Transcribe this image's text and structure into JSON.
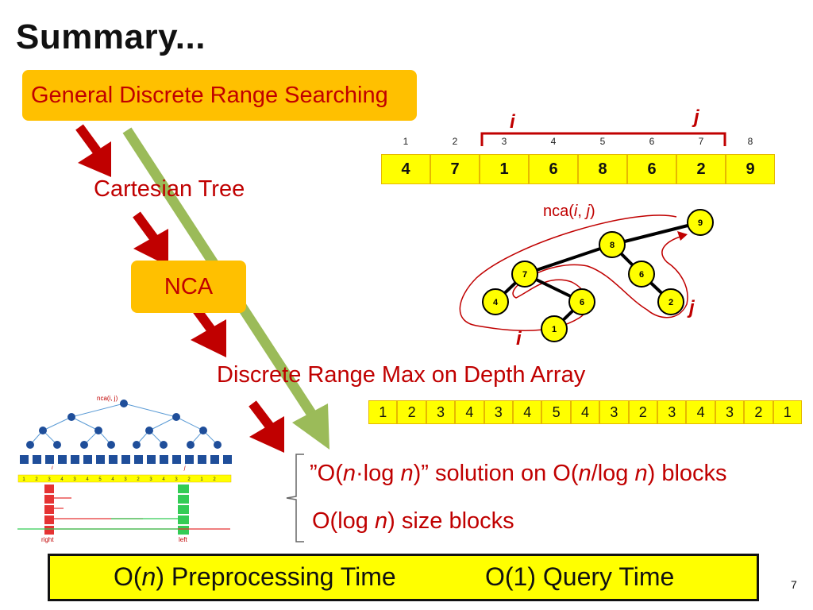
{
  "slide_title": "Summary...",
  "boxes": {
    "general_discrete": "General Discrete Range Searching",
    "nca": "NCA"
  },
  "labels": {
    "cartesian_tree": "Cartesian Tree",
    "discrete_range_max": "Discrete Range Max on Depth Array",
    "nca_prefix": "nca(",
    "nca_i": "i",
    "nca_sep": ", ",
    "nca_j": "j",
    "nca_suffix": ")",
    "i": "i",
    "j": "j"
  },
  "array": {
    "indices": [
      "1",
      "2",
      "3",
      "4",
      "5",
      "6",
      "7",
      "8"
    ],
    "values": [
      "4",
      "7",
      "1",
      "6",
      "8",
      "6",
      "2",
      "9"
    ]
  },
  "tree_nodes": [
    "9",
    "8",
    "7",
    "6",
    "4",
    "6",
    "2",
    "1"
  ],
  "depth_array": [
    "1",
    "2",
    "3",
    "4",
    "3",
    "4",
    "5",
    "4",
    "3",
    "2",
    "3",
    "4",
    "3",
    "2",
    "1"
  ],
  "solution": {
    "line1_a": "”O(",
    "line1_n1": "n",
    "line1_b": "·log ",
    "line1_n2": "n",
    "line1_c": ")” solution on O(",
    "line1_n3": "n",
    "line1_d": "/log ",
    "line1_n4": "n",
    "line1_e": ") blocks",
    "line2_a": "O(log ",
    "line2_n": "n",
    "line2_b": ") size blocks"
  },
  "bottom": {
    "pre_a": "O(",
    "pre_n": "n",
    "pre_b": ") Preprocessing Time",
    "query": "O(1) Query Time"
  },
  "thumbnail": {
    "nca_label": "nca(i, j)",
    "depth_row": [
      "1",
      "2",
      "3",
      "4",
      "3",
      "4",
      "5",
      "4",
      "3",
      "2",
      "3",
      "4",
      "3",
      "2",
      "1",
      "2"
    ],
    "right_label": "right",
    "left_label": "left",
    "i": "i",
    "j": "j"
  },
  "page_number": "7",
  "colors": {
    "orange_box": "#ffc000",
    "red_text": "#c00000",
    "yellow_cell": "#ffff00",
    "green_arrow": "#9bbb59",
    "red_arrow": "#c00000"
  }
}
